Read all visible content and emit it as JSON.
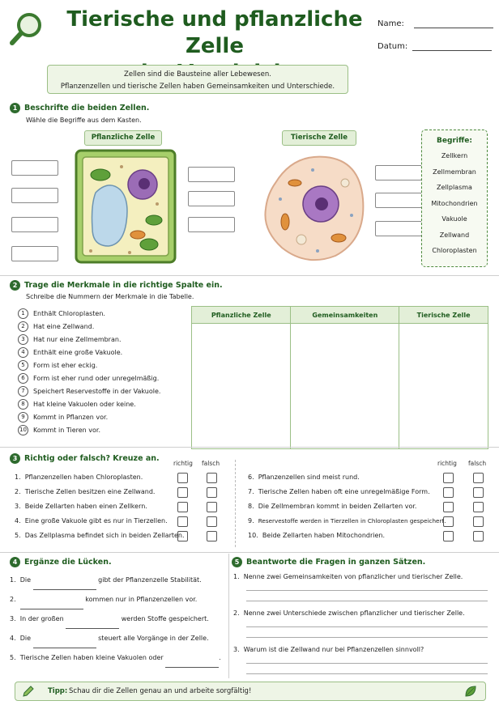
{
  "title_line1": "Tierische und pflanzliche Zelle",
  "title_line2": "im Vergleich",
  "name_label": "Name:",
  "date_label": "Datum:",
  "intro_line1": "Zellen sind die Bausteine aller Lebewesen.",
  "intro_line2": "Pflanzenzellen und tierische Zellen haben Gemeinsamkeiten und Unterschiede.",
  "colors": {
    "accent": "#1f5c1f",
    "panel": "#eef5e6",
    "border": "#9bbf86"
  },
  "task1": {
    "num": "1",
    "title": "Beschrifte die beiden Zellen.",
    "sub": "Wähle die Begriffe aus dem Kasten.",
    "plant_label": "Pflanzliche Zelle",
    "animal_label": "Tierische Zelle",
    "terms_title": "Begriffe:",
    "terms": [
      "Zellkern",
      "Zellmembran",
      "Zellplasma",
      "Mitochondrien",
      "Vakuole",
      "Zellwand",
      "Chloroplasten"
    ]
  },
  "task2": {
    "num": "2",
    "title": "Trage die Merkmale in die richtige Spalte ein.",
    "sub": "Schreibe die Nummern der Merkmale in die Tabelle.",
    "items": [
      {
        "n": "1",
        "t": "Enthält Chloroplasten."
      },
      {
        "n": "2",
        "t": "Hat eine Zellwand."
      },
      {
        "n": "3",
        "t": "Hat nur eine Zellmembran."
      },
      {
        "n": "4",
        "t": "Enthält eine große Vakuole."
      },
      {
        "n": "5",
        "t": "Form ist eher eckig."
      },
      {
        "n": "6",
        "t": "Form ist eher rund oder unregelmäßig."
      },
      {
        "n": "7",
        "t": "Speichert Reservestoffe in der Vakuole."
      },
      {
        "n": "8",
        "t": "Hat kleine Vakuolen oder keine."
      },
      {
        "n": "9",
        "t": "Kommt in Pflanzen vor."
      },
      {
        "n": "10",
        "t": "Kommt in Tieren vor."
      }
    ],
    "columns": [
      "Pflanzliche Zelle",
      "Gemeinsamkeiten",
      "Tierische Zelle"
    ]
  },
  "task3": {
    "num": "3",
    "title": "Richtig oder falsch? Kreuze an.",
    "col_right": "richtig",
    "col_wrong": "falsch",
    "left": [
      {
        "n": "1.",
        "t": "Pflanzenzellen haben Chloroplasten."
      },
      {
        "n": "2.",
        "t": "Tierische Zellen besitzen eine Zellwand."
      },
      {
        "n": "3.",
        "t": "Beide Zellarten haben einen Zellkern."
      },
      {
        "n": "4.",
        "t": "Eine große Vakuole gibt es nur in Tierzellen."
      },
      {
        "n": "5.",
        "t": "Das Zellplasma befindet sich in beiden Zellarten."
      }
    ],
    "right": [
      {
        "n": "6.",
        "t": "Pflanzenzellen sind meist rund."
      },
      {
        "n": "7.",
        "t": "Tierische Zellen haben oft eine unregelmäßige Form."
      },
      {
        "n": "8.",
        "t": "Die Zellmembran kommt in beiden Zellarten vor."
      },
      {
        "n": "9.",
        "t": "Reservestoffe werden in Tierzellen in Chloroplasten gespeichert."
      },
      {
        "n": "10.",
        "t": "Beide Zellarten haben Mitochondrien."
      }
    ]
  },
  "task4": {
    "num": "4",
    "title": "Ergänze die Lücken.",
    "items": [
      {
        "n": "1.",
        "a": "Die",
        "b": "gibt der Pflanzenzelle Stabilität."
      },
      {
        "n": "2.",
        "a": "",
        "b": "kommen nur in Pflanzenzellen vor."
      },
      {
        "n": "3.",
        "a": "In der großen",
        "b": "werden Stoffe gespeichert."
      },
      {
        "n": "4.",
        "a": "Die",
        "b": "steuert alle Vorgänge in der Zelle."
      },
      {
        "n": "5.",
        "a": "Tierische Zellen haben kleine Vakuolen oder",
        "b": "."
      }
    ]
  },
  "task5": {
    "num": "5",
    "title": "Beantworte die Fragen in ganzen Sätzen.",
    "questions": [
      {
        "n": "1.",
        "t": "Nenne zwei Gemeinsamkeiten von pflanzlicher und tierischer Zelle."
      },
      {
        "n": "2.",
        "t": "Nenne zwei Unterschiede zwischen pflanzlicher und tierischer Zelle."
      },
      {
        "n": "3.",
        "t": "Warum ist die Zellwand nur bei Pflanzenzellen sinnvoll?"
      }
    ]
  },
  "tip_label": "Tipp:",
  "tip_text": "Schau dir die Zellen genau an und arbeite sorgfältig!"
}
